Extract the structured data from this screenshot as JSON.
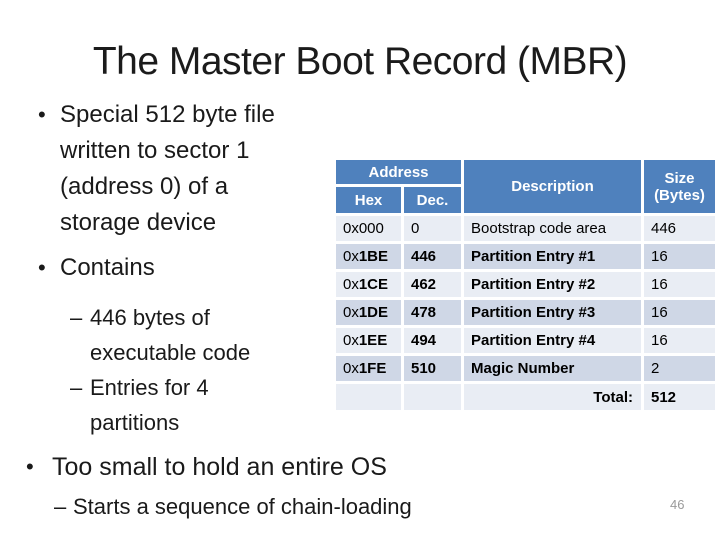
{
  "slide": {
    "title": "The Master Boot Record (MBR)",
    "page_number": "46"
  },
  "bullets": {
    "block_top": {
      "item1": "Special 512 byte file\nwritten to sector 1\n(address 0) of a\nstorage device",
      "item2": "Contains",
      "sub1": "446 bytes of\nexecutable code",
      "sub2": "Entries for 4\npartitions"
    },
    "block_bottom": {
      "item1": "Too small to hold an entire OS",
      "sub1": "Starts a sequence of chain-loading"
    }
  },
  "table": {
    "headers": {
      "address": "Address",
      "hex": "Hex",
      "dec": "Dec.",
      "description": "Description",
      "size": "Size\n(Bytes)"
    },
    "rows": [
      {
        "hex_prefix": "0x",
        "hex_value": "000",
        "dec": "0",
        "desc": "Bootstrap code area",
        "size": "446"
      },
      {
        "hex_prefix": "0x",
        "hex_value": "1BE",
        "dec": "446",
        "desc": "Partition Entry #1",
        "size": "16"
      },
      {
        "hex_prefix": "0x",
        "hex_value": "1CE",
        "dec": "462",
        "desc": "Partition Entry #2",
        "size": "16"
      },
      {
        "hex_prefix": "0x",
        "hex_value": "1DE",
        "dec": "478",
        "desc": "Partition Entry #3",
        "size": "16"
      },
      {
        "hex_prefix": "0x",
        "hex_value": "1EE",
        "dec": "494",
        "desc": "Partition Entry #4",
        "size": "16"
      },
      {
        "hex_prefix": "0x",
        "hex_value": "1FE",
        "dec": "510",
        "desc": "Magic Number",
        "size": "2"
      }
    ],
    "total": {
      "label": "Total:",
      "value": "512"
    }
  },
  "colors": {
    "header_bg": "#4F81BD",
    "row_light": "#E9EDF4",
    "row_dark": "#CFD7E6"
  }
}
